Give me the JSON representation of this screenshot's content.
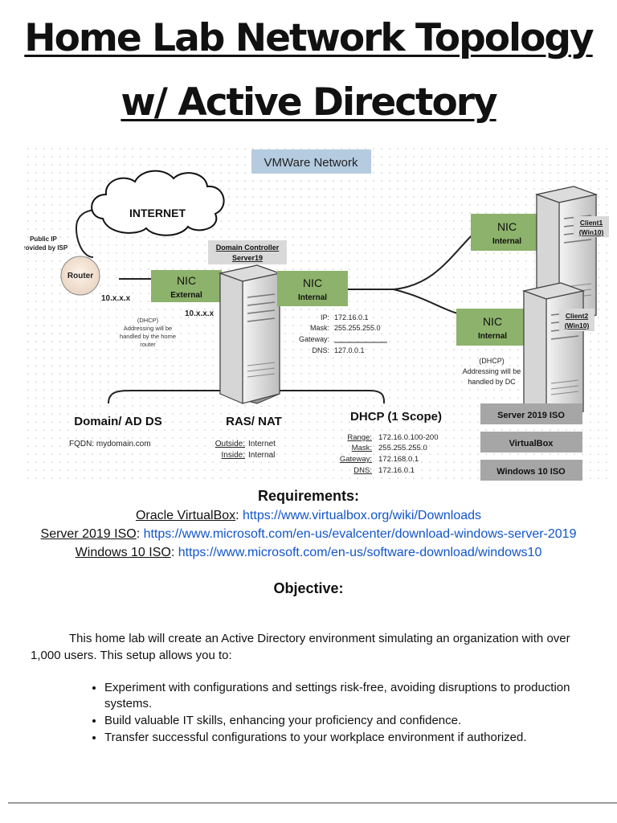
{
  "title": {
    "line1": "Home Lab Network Topology",
    "line2": "w/ Active Directory"
  },
  "diagram": {
    "vmware_label": "VMWare Network",
    "internet_label": "INTERNET",
    "public_ip_line1": "Public IP",
    "public_ip_line2": "provided by ISP",
    "router_label": "Router",
    "router_ip": "10.x.x.x",
    "nic_external": {
      "title": "NIC",
      "sub": "External",
      "ip": "10.x.x.x"
    },
    "router_dhcp_lines": [
      "(DHCP)",
      "Addressing will be",
      "handled by the home",
      "router"
    ],
    "dc_label_line1": "Domain Controller",
    "dc_label_line2": "Server19",
    "nic_internal": {
      "title": "NIC",
      "sub": "Internal"
    },
    "dc_config": {
      "ip_label": "IP:",
      "ip": "172.16.0.1",
      "mask_label": "Mask:",
      "mask": "255.255.255.0",
      "gateway_label": "Gateway:",
      "dns_label": "DNS:",
      "dns": "127.0.0.1"
    },
    "client1": {
      "nic_title": "NIC",
      "nic_sub": "Internal",
      "label_line1": "Client1",
      "label_line2": "(Win10)"
    },
    "client2": {
      "nic_title": "NIC",
      "nic_sub": "Internal",
      "label_line1": "Client2",
      "label_line2": "(Win10)"
    },
    "client_dhcp_lines": [
      "(DHCP)",
      "Addressing will be",
      "handled by DC"
    ],
    "domain_title": "Domain/ AD DS",
    "fqdn": "FQDN: mydomain.com",
    "ras_title": "RAS/ NAT",
    "ras_outside_label": "Outside:",
    "ras_outside": "Internet",
    "ras_inside_label": "Inside:",
    "ras_inside": "Internal",
    "dhcp_title": "DHCP (1 Scope)",
    "dhcp_range_label": "Range:",
    "dhcp_range": "172.16.0.100-200",
    "dhcp_mask_label": "Mask:",
    "dhcp_mask": "255.255.255.0",
    "dhcp_gateway_label": "Gateway:",
    "dhcp_gateway": "172.168.0.1",
    "dhcp_dns_label": "DNS:",
    "dhcp_dns": "172.16.0.1",
    "legend": [
      "Server 2019 ISO",
      "VirtualBox",
      "Windows 10 ISO"
    ],
    "colors": {
      "nic_green": "#8db26b",
      "legend_gray": "#a6a6a6",
      "vmware_blue": "#b4cbe0"
    }
  },
  "requirements": {
    "heading": "Requirements:",
    "items": [
      {
        "label": "Oracle VirtualBox",
        "url": "https://www.virtualbox.org/wiki/Downloads"
      },
      {
        "label": "Server 2019 ISO",
        "url": "https://www.microsoft.com/en-us/evalcenter/download-windows-server-2019"
      },
      {
        "label": "Windows 10 ISO",
        "url": "https://www.microsoft.com/en-us/software-download/windows10"
      }
    ]
  },
  "objective": {
    "heading": "Objective:",
    "paragraph": "This home lab will create an Active Directory environment simulating an organization with over 1,000 users. This setup allows you to:",
    "bullets": [
      "Experiment with configurations and settings risk-free, avoiding disruptions to production systems.",
      "Build valuable IT skills, enhancing your proficiency and confidence.",
      "Transfer successful configurations to your workplace environment if authorized."
    ]
  }
}
